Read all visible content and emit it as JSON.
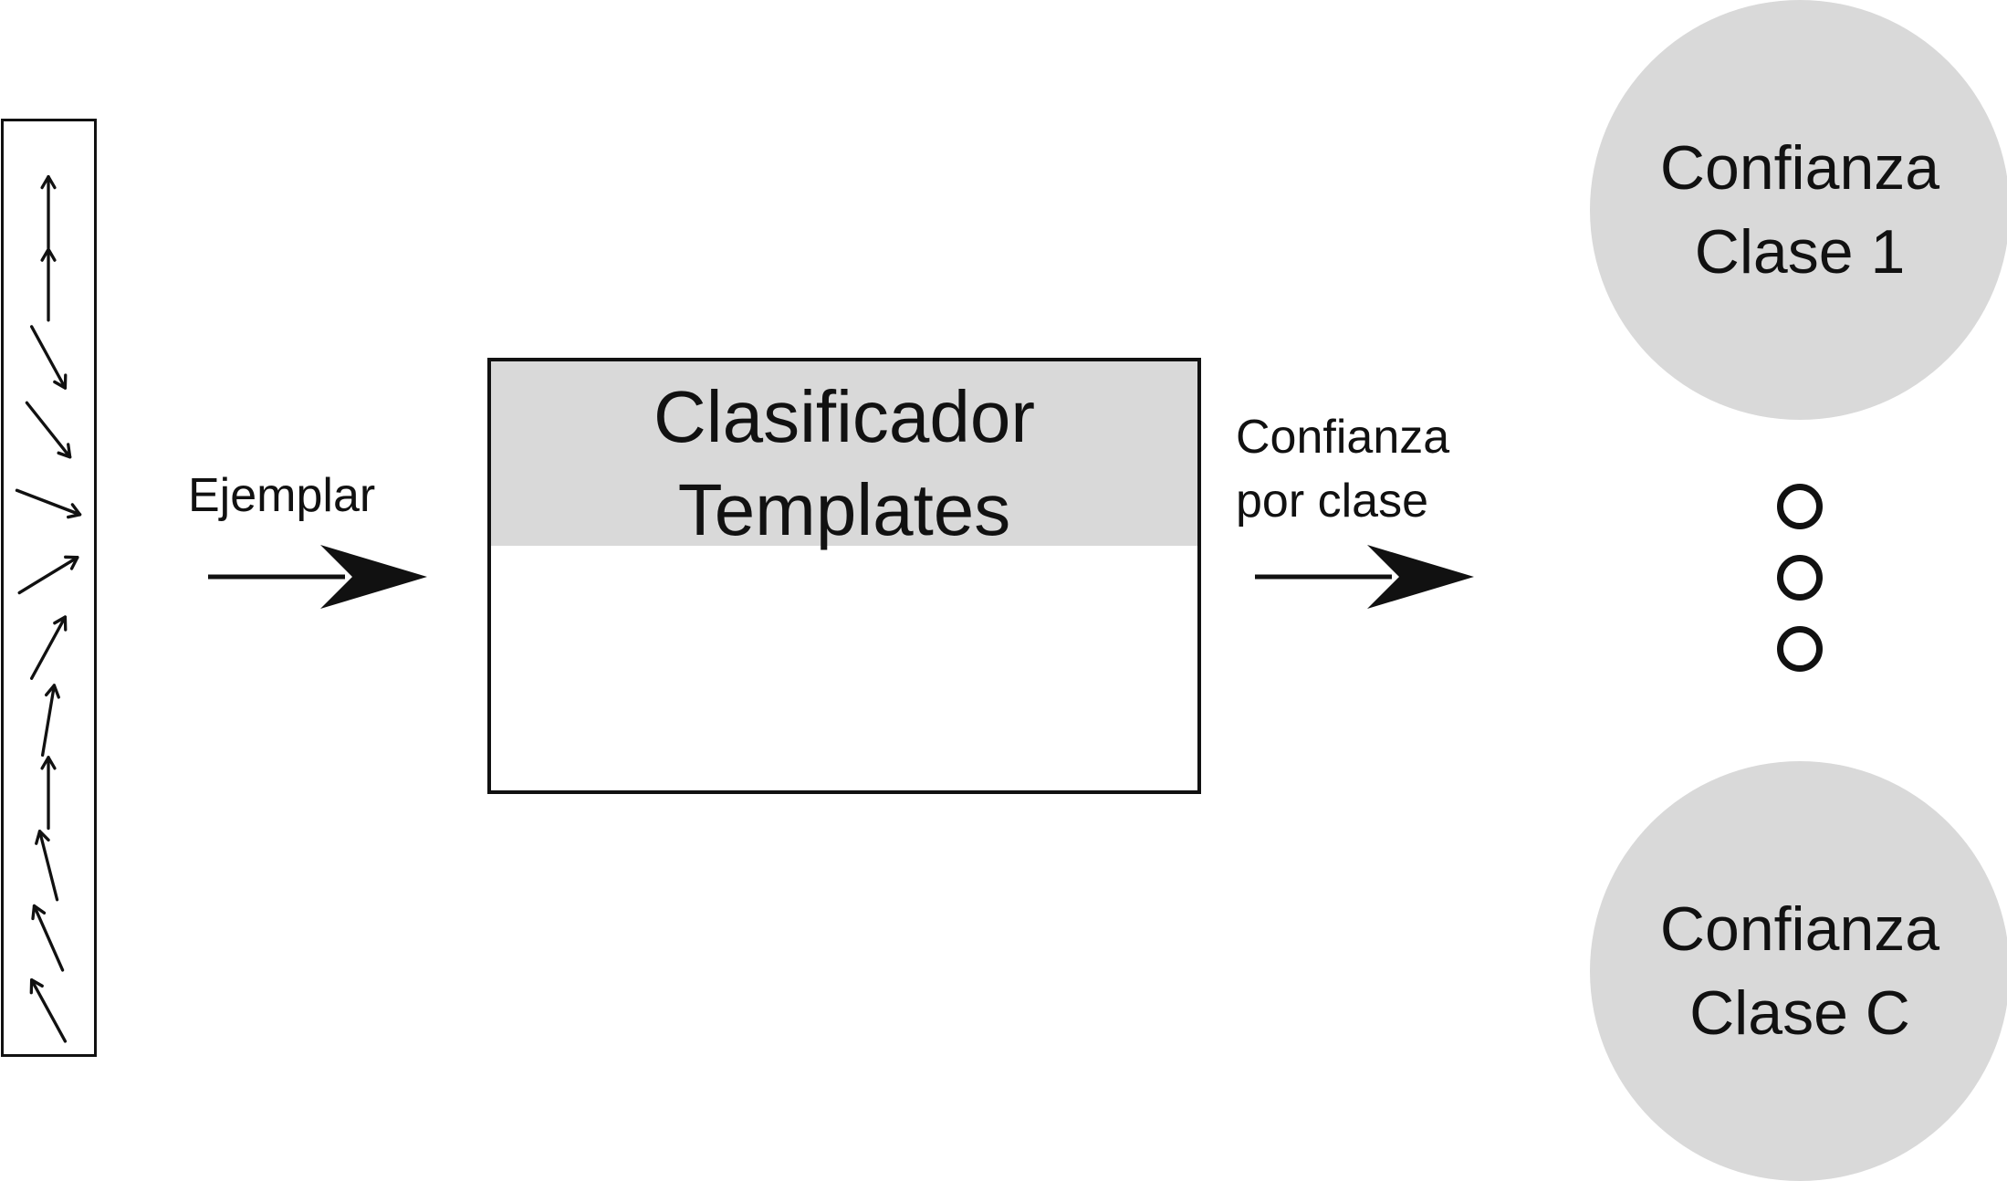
{
  "input_label": "Ejemplar",
  "classifier": {
    "title_line1": "Clasificador",
    "title_line2": "Templates"
  },
  "output_label": {
    "line1": "Confianza",
    "line2": "por clase"
  },
  "classes": [
    {
      "line1": "Confianza",
      "line2": "Clase 1"
    },
    {
      "line1": "Confianza",
      "line2": "Clase C"
    }
  ],
  "feature_vector": {
    "arrow_count": 12,
    "orientation_degrees": [
      0,
      0,
      150,
      140,
      110,
      60,
      30,
      10,
      0,
      -15,
      -25,
      -30
    ]
  },
  "colors": {
    "stroke": "#111111",
    "fill_gray": "#d9d9d9",
    "background": "#ffffff"
  }
}
